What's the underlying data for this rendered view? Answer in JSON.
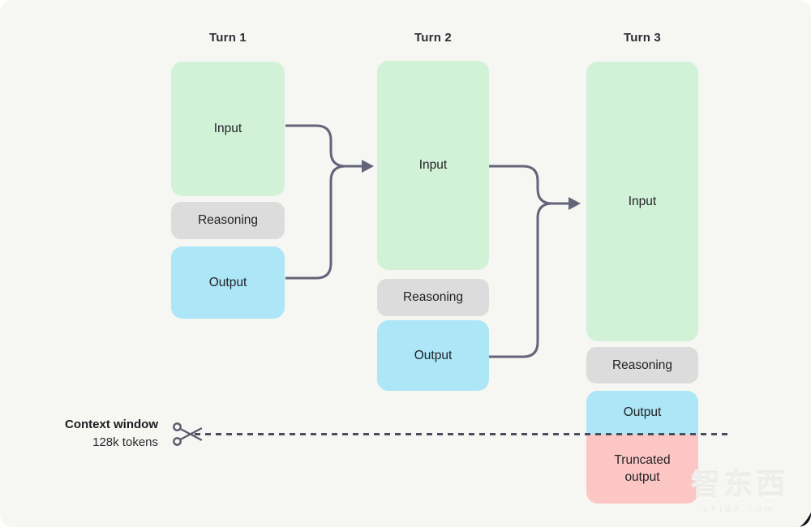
{
  "diagram": {
    "turns": [
      {
        "title": "Turn 1",
        "input_label": "Input",
        "reasoning_label": "Reasoning",
        "output_label": "Output"
      },
      {
        "title": "Turn 2",
        "input_label": "Input",
        "reasoning_label": "Reasoning",
        "output_label": "Output"
      },
      {
        "title": "Turn 3",
        "input_label": "Input",
        "reasoning_label": "Reasoning",
        "output_label": "Output",
        "truncated_label": "Truncated output"
      }
    ],
    "context_window": {
      "title": "Context window",
      "subtitle": "128k tokens"
    },
    "icons": {
      "scissors": "scissors-icon"
    },
    "colors": {
      "input": "#d2f2d8",
      "reasoning": "#dcdcdc",
      "output": "#ace6f7",
      "truncated_output": "#fbc6c4",
      "connector": "#64647a",
      "cut_line": "#4c4c5e",
      "background": "#f6f6f3"
    }
  },
  "watermark": {
    "logo_text": "智东西",
    "site_text": "zhidx.com"
  }
}
